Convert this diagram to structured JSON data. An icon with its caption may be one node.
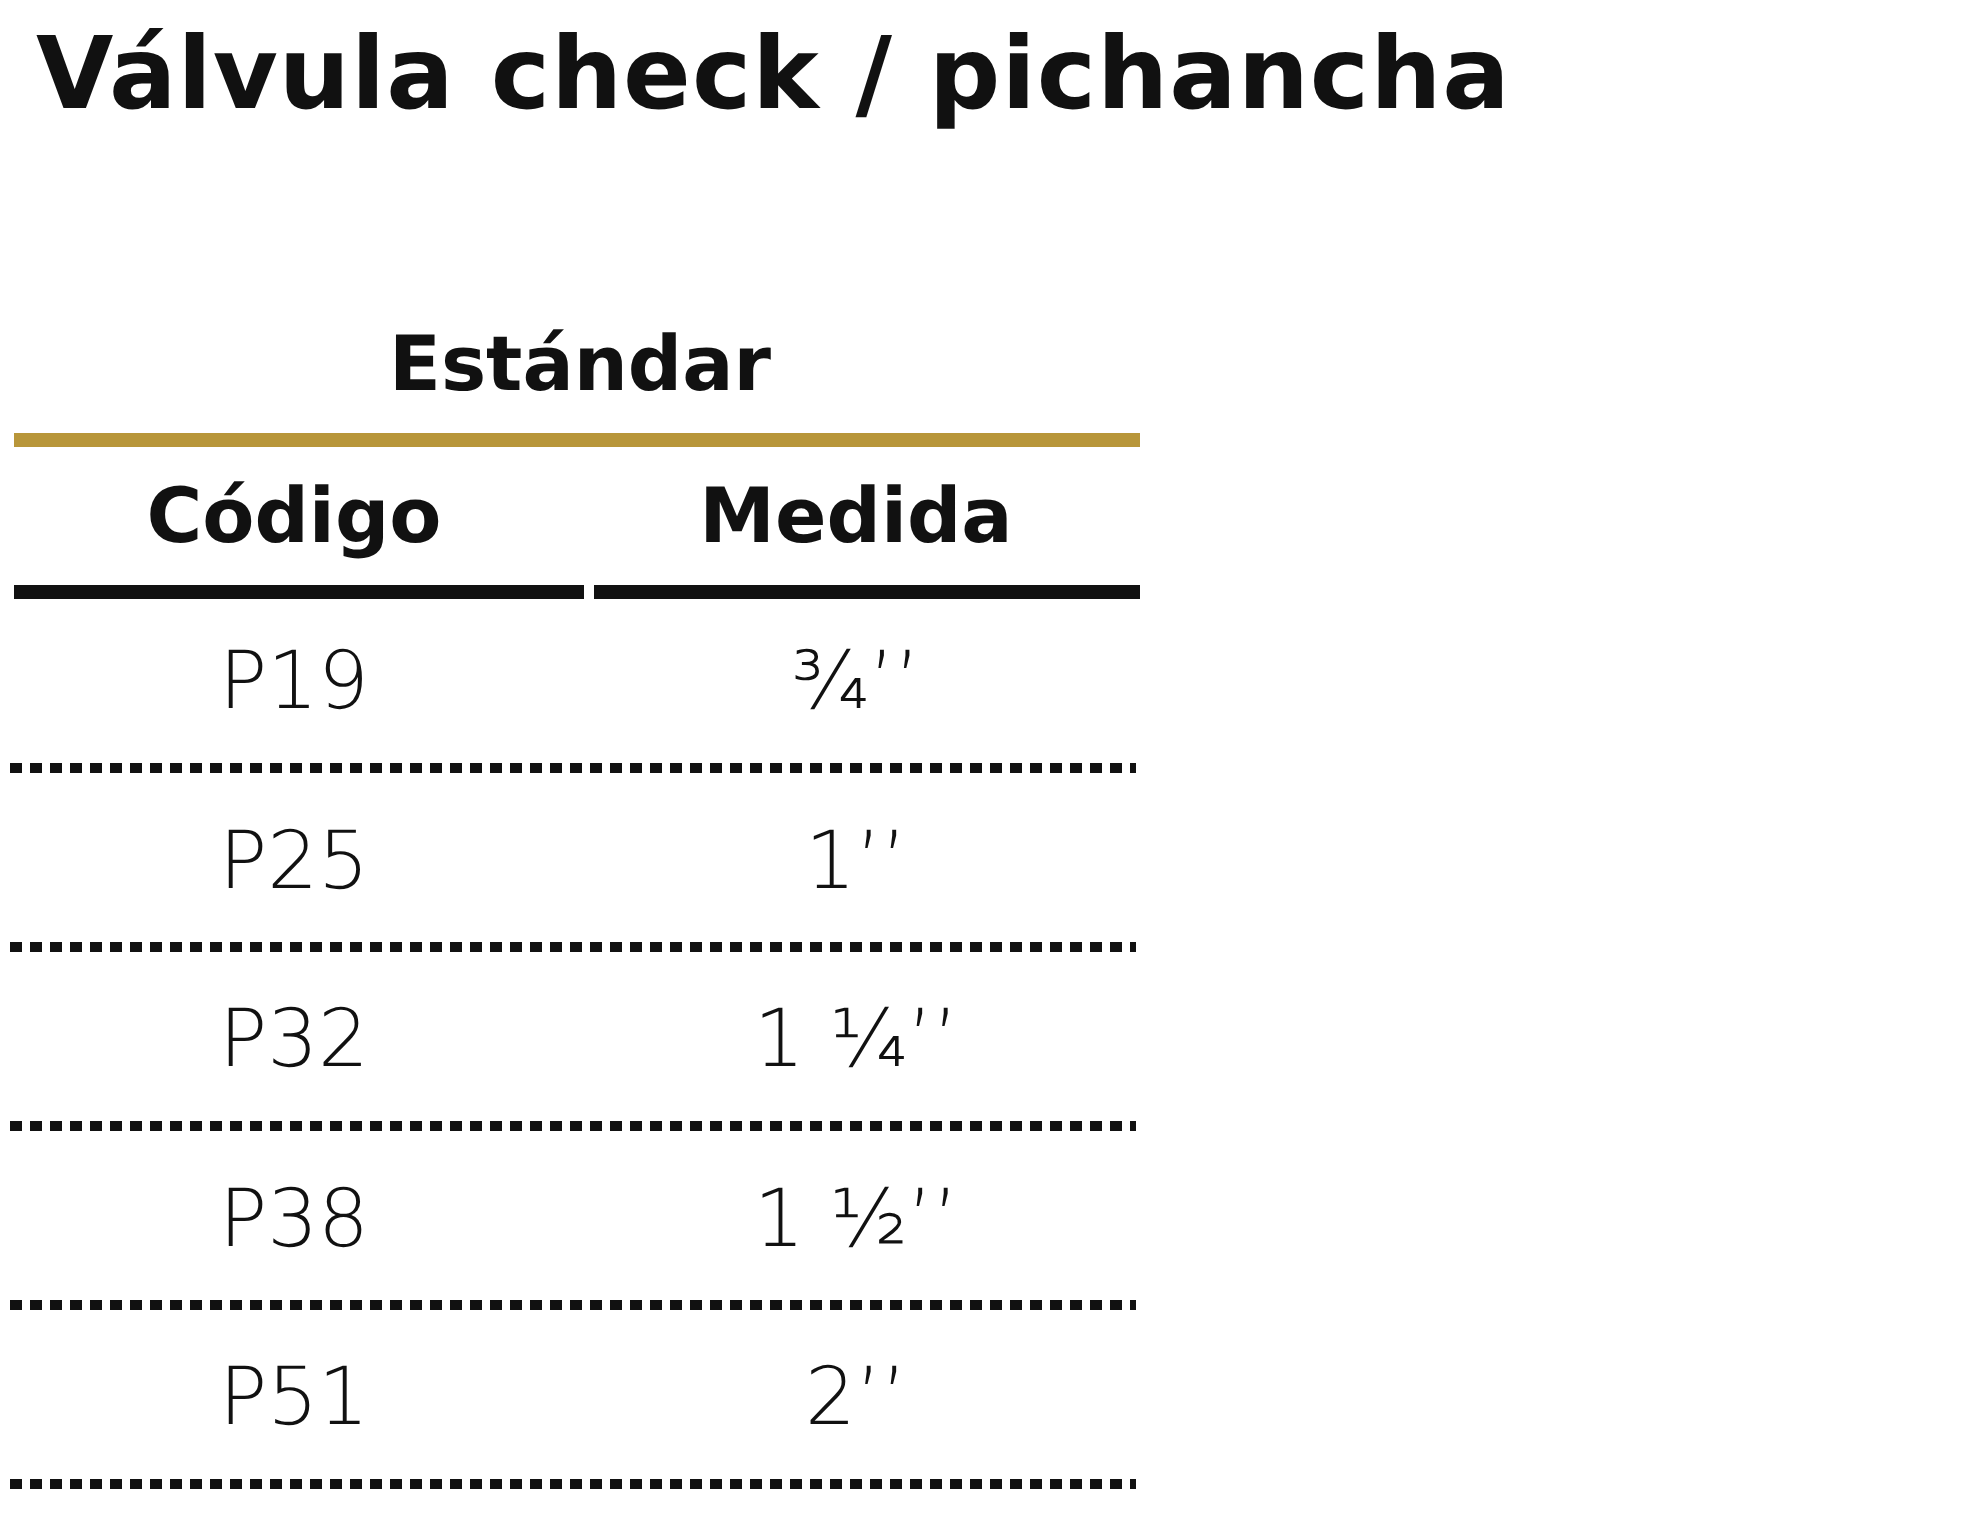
{
  "diagram": {
    "title": "Válvula check / pichancha",
    "labels": [
      "Estándar",
      "Código",
      "Medida",
      "P19",
      "¾’’",
      "P25",
      "1’’",
      "P32",
      "1 ¼’’",
      "P38",
      "1 ½’’",
      "P51",
      "2’’"
    ]
  }
}
